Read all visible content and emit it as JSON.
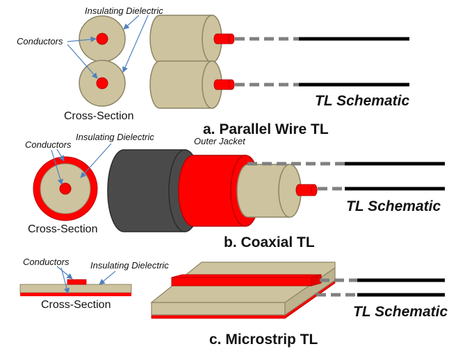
{
  "colors": {
    "dielectric": "#cdc39e",
    "dielectric_edge": "#8c8466",
    "conductor": "#ff0000",
    "conductor_edge": "#b80000",
    "jacket": "#4a4a4a",
    "jacket_edge": "#2b2b2b",
    "arrow": "#4f81bd",
    "line_dash": "#808080",
    "line_solid": "#000000"
  },
  "parallel": {
    "label_dielectric": "Insulating Dielectric",
    "label_conductors": "Conductors",
    "label_cross_section": "Cross-Section",
    "label_schematic": "TL Schematic",
    "title": "a. Parallel Wire TL"
  },
  "coaxial": {
    "label_dielectric": "Insulating Dielectric",
    "label_conductors": "Conductors",
    "label_jacket": "Outer Jacket",
    "label_cross_section": "Cross-Section",
    "label_schematic": "TL Schematic",
    "title": "b. Coaxial TL"
  },
  "microstrip": {
    "label_conductors": "Conductors",
    "label_dielectric": "Insulating Dielectric",
    "label_cross_section": "Cross-Section",
    "label_schematic": "TL Schematic",
    "title": "c. Microstrip TL"
  }
}
